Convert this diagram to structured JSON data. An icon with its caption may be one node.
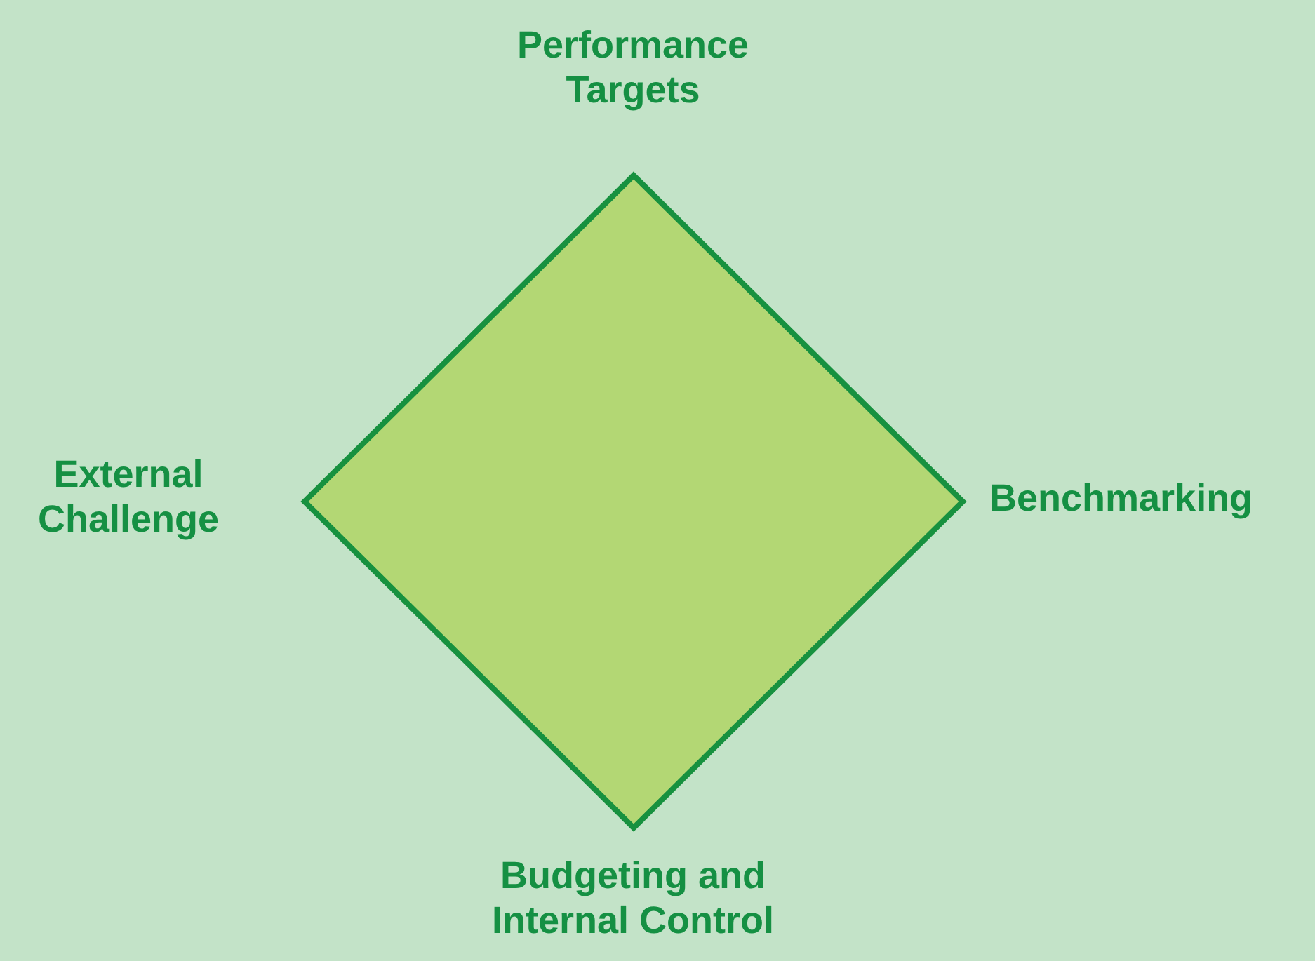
{
  "diagram": {
    "nodes": [
      {
        "text": [],
        "shape": "diamond",
        "beside": [
          "Performance Targets",
          "Benchmarking",
          "Budgeting and Internal Control",
          "External Challenge"
        ]
      }
    ]
  }
}
